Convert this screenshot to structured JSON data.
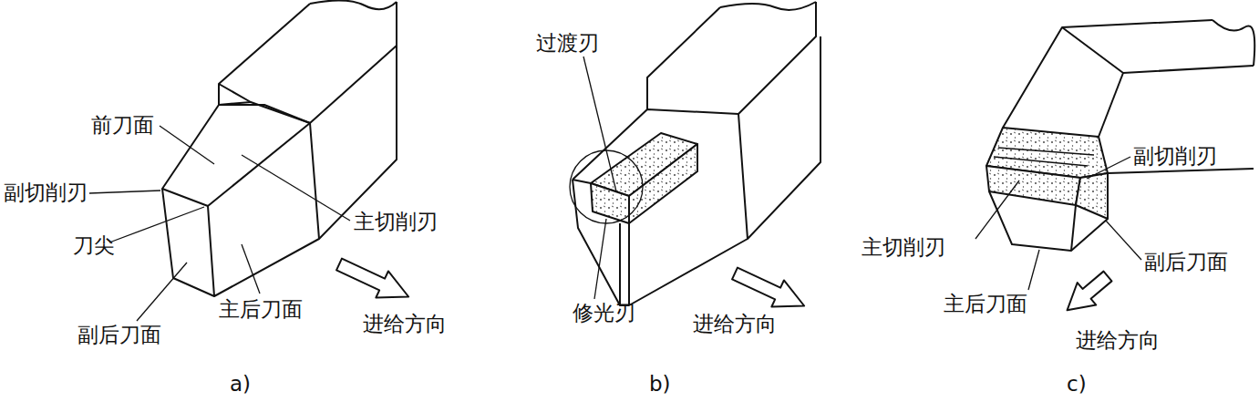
{
  "diagram": {
    "labels": [
      "前刀面",
      "副切削刃",
      "刀尖",
      "副后刀面",
      "主后刀面",
      "主切削刃",
      "进给方向",
      "a)",
      "过渡刃",
      "修光刃",
      "进给方向",
      "b)",
      "副切削刃",
      "主切削刃",
      "副后刀面",
      "主后刀面",
      "进给方向",
      "c)"
    ]
  }
}
